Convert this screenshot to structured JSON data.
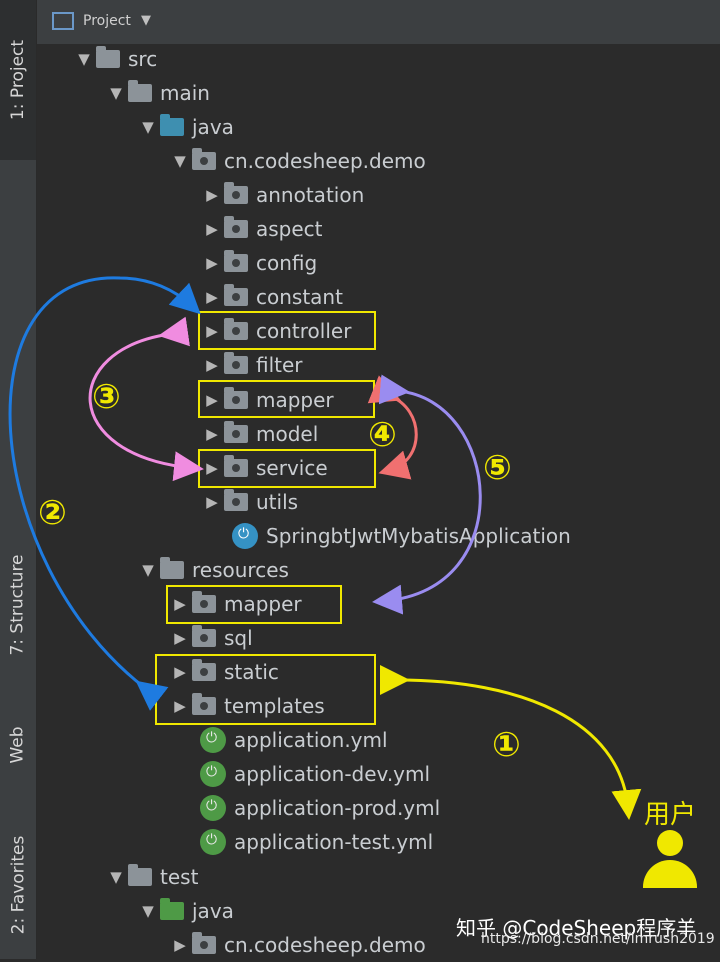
{
  "sidebar": {
    "tabs": [
      {
        "label": "1: Project"
      },
      {
        "label": "7: Structure"
      },
      {
        "label": "Web"
      },
      {
        "label": "2: Favorites"
      }
    ]
  },
  "toolbar": {
    "view_label": "Project"
  },
  "tree": {
    "src": "src",
    "main": "main",
    "java": "java",
    "package": "cn.codesheep.demo",
    "items": [
      "annotation",
      "aspect",
      "config",
      "constant",
      "controller",
      "filter",
      "mapper",
      "model",
      "service",
      "utils"
    ],
    "app_class": "SpringbtJwtMybatisApplication",
    "resources": "resources",
    "res_items": [
      "mapper",
      "sql",
      "static",
      "templates"
    ],
    "yml_files": [
      "application.yml",
      "application-dev.yml",
      "application-prod.yml",
      "application-test.yml"
    ],
    "test": "test",
    "test_java": "java",
    "test_package": "cn.codesheep.demo"
  },
  "annotations": {
    "circled": [
      "①",
      "②",
      "③",
      "④",
      "⑤"
    ],
    "user_label": "用户"
  },
  "watermark": {
    "zhihu": "知乎 @CodeSheep程序羊",
    "url": "https://blog.csdn.net/lmrush2019"
  },
  "colors": {
    "highlight": "#f0e800",
    "arrow_blue": "#1e7be0",
    "arrow_pink": "#f08ce0",
    "arrow_salmon": "#f07070",
    "arrow_lavender": "#9a8cf0",
    "arrow_yellow": "#f0e800"
  }
}
